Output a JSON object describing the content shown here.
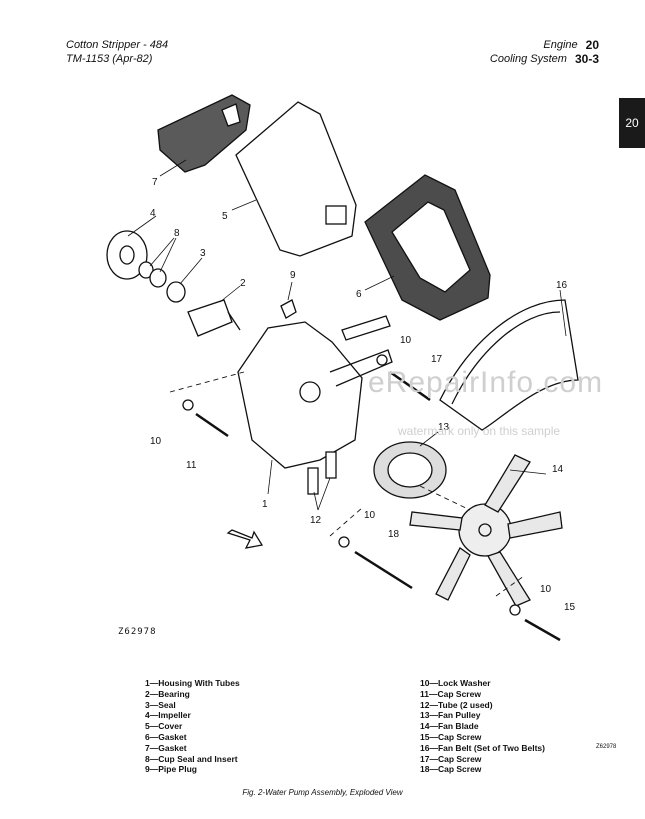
{
  "header": {
    "left_line1": "Cotton Stripper - 484",
    "left_line2": "TM-1153   (Apr-82)",
    "right_line1_label": "Engine",
    "right_line1_number": "20",
    "right_line2_label": "Cooling System",
    "right_line2_number": "30-3"
  },
  "side_tab": "20",
  "figure_id": "Z62978",
  "figure_id_small": "Z62978",
  "callouts": [
    "1",
    "2",
    "3",
    "4",
    "5",
    "6",
    "7",
    "8",
    "9",
    "10",
    "11",
    "12",
    "13",
    "14",
    "15",
    "16",
    "17",
    "18"
  ],
  "legend_left": [
    "1—Housing With Tubes",
    "2—Bearing",
    "3—Seal",
    "4—Impeller",
    "5—Cover",
    "6—Gasket",
    "7—Gasket",
    "8—Cup Seal and Insert",
    "9—Pipe Plug"
  ],
  "legend_right": [
    "10—Lock Washer",
    "11—Cap Screw",
    "12—Tube (2 used)",
    "13—Fan Pulley",
    "14—Fan Blade",
    "15—Cap Screw",
    "16—Fan Belt (Set of Two Belts)",
    "17—Cap Screw",
    "18—Cap Screw"
  ],
  "caption": "Fig. 2-Water Pump Assembly, Exploded View",
  "watermark_line1": "eRepairInfo.com",
  "watermark_line2": "watermark only on this sample"
}
